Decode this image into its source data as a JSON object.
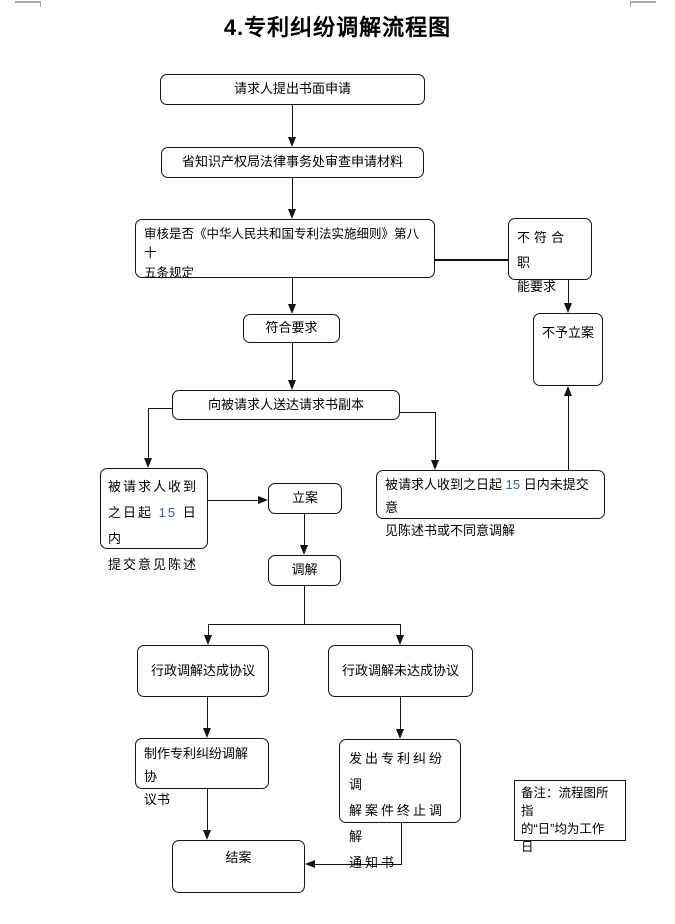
{
  "title": "4.专利纠纷调解流程图",
  "colors": {
    "border": "#141414",
    "highlight_number": "#3a5da8",
    "corner_mark": "#a6a6a6"
  },
  "nodes": {
    "submit": {
      "label": "请求人提出书面申请"
    },
    "review": {
      "label": "省知识产权局法律事务处审查申请材料"
    },
    "check": {
      "lines": [
        "审核是否《中华人民共和国专利法实施细则》第八十",
        "五条规定"
      ]
    },
    "not_qualified": {
      "lines": [
        "不符合职",
        "能要求"
      ]
    },
    "no_filing": {
      "label": "不予立案"
    },
    "qualified": {
      "label": "符合要求"
    },
    "serve_copy": {
      "label": "向被请求人送达请求书副本"
    },
    "reply_within": {
      "line1": "被请求人收到",
      "line2": [
        "之日起 ",
        "15",
        " 日内"
      ],
      "line3": "提交意见陈述"
    },
    "no_reply": {
      "line1": [
        "被请求人收到之日起 ",
        "15",
        " 日内未提交意"
      ],
      "line2": "见陈述书或不同意调解"
    },
    "filing": {
      "label": "立案"
    },
    "mediation": {
      "label": "调解"
    },
    "agreement_reached": {
      "label": "行政调解达成协议"
    },
    "agreement_not_reached": {
      "label": "行政调解未达成协议"
    },
    "draft_agreement": {
      "lines": [
        "制作专利纠纷调解协",
        "议书"
      ]
    },
    "issue_notice": {
      "lines": [
        "发出专利纠纷调",
        "解案件终止调解",
        "通知书"
      ]
    },
    "close": {
      "label": "结案"
    }
  },
  "note": {
    "lines": [
      "备注：流程图所指",
      "的“日”均为工作",
      "日"
    ]
  }
}
